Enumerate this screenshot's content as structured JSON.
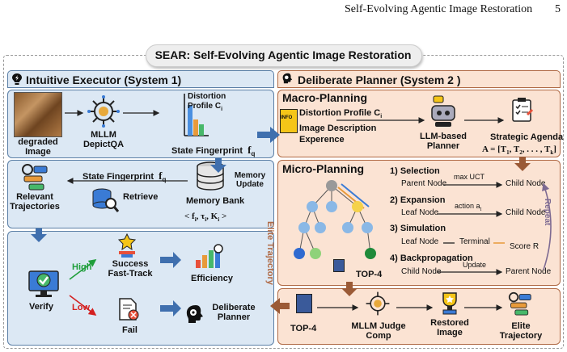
{
  "page_header": {
    "title": "Self-Evolving Agentic Image Restoration",
    "page_number": "5"
  },
  "main_title": "SEAR: Self-Evolving Agentic Image Restoration",
  "system1": {
    "title": "Intuitive Executor (System 1)",
    "degraded_image": "degraded\nImage",
    "mllm": "MLLM\nDepictQA",
    "distortion_profile": "Distortion\nProfile C",
    "distortion_sub": "i",
    "state_fingerprint": "State Fingerprint",
    "f_q": "f",
    "f_q_sub": "q",
    "memory_update": "Memory\nUpdate",
    "state_fingerprint2": "State Fingerprint",
    "retrieve": "Retrieve",
    "relevant_trajectories": "Relevant\nTrajectories",
    "memory_bank": "Memory Bank",
    "memory_bank_tuple": "< f",
    "memory_bank_tuple_rest": ", τ",
    "memory_bank_tuple_k": ", K",
    "memory_bank_tuple_end": " >",
    "tuple_sub": "i",
    "high": "High",
    "low": "Low",
    "success": "Success\nFast-Track",
    "efficiency": "Efficiency",
    "verify": "Verify",
    "fail": "Fail",
    "deliberate_planner": "Deliberate\nPlanner"
  },
  "system2": {
    "title": "Deliberate Planner (System 2 )",
    "macro_title": "Macro-Planning",
    "info_tag": "INFO",
    "macro_inputs": [
      "Distortion Profile C",
      "Image Description",
      "Experence"
    ],
    "macro_input_sub": "i",
    "llm_planner": "LLM-based\nPlanner",
    "strategic_agenda": "Strategic Agenda",
    "agenda_formula": "A = [T",
    "agenda_rest": ", T",
    "agenda_dots": ", . . . , T",
    "agenda_end": "]",
    "agenda_subs": [
      "1",
      "2",
      "k"
    ],
    "micro_title": "Micro-Planning",
    "steps": [
      {
        "label": "1) Selection",
        "left": "Parent Node",
        "action": "max UCT",
        "right": "Child Node"
      },
      {
        "label": "2) Expansion",
        "left": "Leaf Node",
        "action": "action a",
        "action_sub": "t",
        "right": "Child Node"
      },
      {
        "label": "3) Simulation",
        "left": "Leaf Node",
        "action": "",
        "right": "Terminal",
        "score": "Score R"
      },
      {
        "label": "4) Backpropagation",
        "left": "Child Node",
        "action": "Update",
        "right": "Parent Node"
      }
    ],
    "repeat": "Repeat",
    "top4_tree": "TOP-4",
    "elite_trajectory_side": "Elite Trajectory",
    "bottom": {
      "top4": "TOP-4",
      "judge": "MLLM Judge\nComp",
      "restored": "Restored\nImage",
      "elite": "Elite\nTrajectory"
    }
  },
  "colors": {
    "blue_fill": "#dce8f4",
    "peach_fill": "#fbe3d3",
    "high_green": "#1f9e3a",
    "low_red": "#d42020",
    "arrow_blue": "#3f6fae",
    "arrow_brown": "#9b5a36"
  }
}
